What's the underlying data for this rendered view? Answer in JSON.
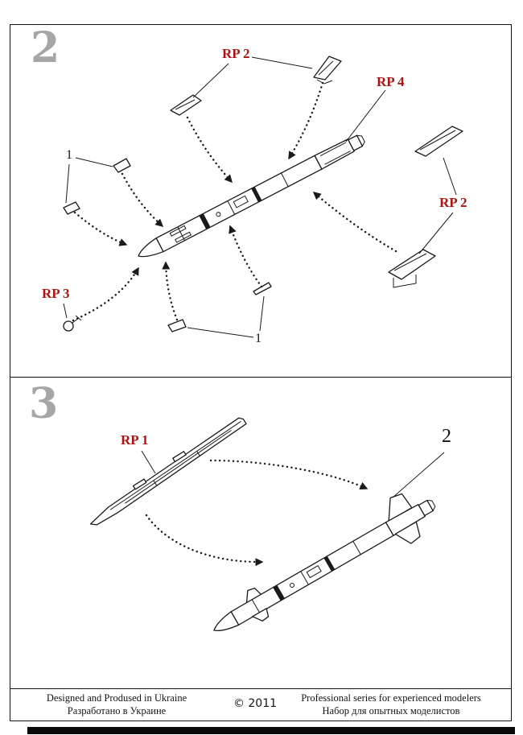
{
  "colors": {
    "red": "#b01212",
    "gray": "#a6a6a6",
    "ink": "#141414"
  },
  "step2": {
    "number": "2",
    "labels": {
      "rp2_top": "RP 2",
      "rp4": "RP 4",
      "rp2_right": "RP 2",
      "rp3": "RP 3",
      "one_left": "1",
      "one_bottom": "1"
    }
  },
  "step3": {
    "number": "3",
    "labels": {
      "rp1": "RP 1",
      "two": "2"
    }
  },
  "footer": {
    "left_en": "Designed and Prodused in Ukraine",
    "left_ru": "Разработано в Украине",
    "copyright": "© 2011",
    "right_en": "Professional series for experienced modelers",
    "right_ru": "Набор для опытных моделистов"
  }
}
